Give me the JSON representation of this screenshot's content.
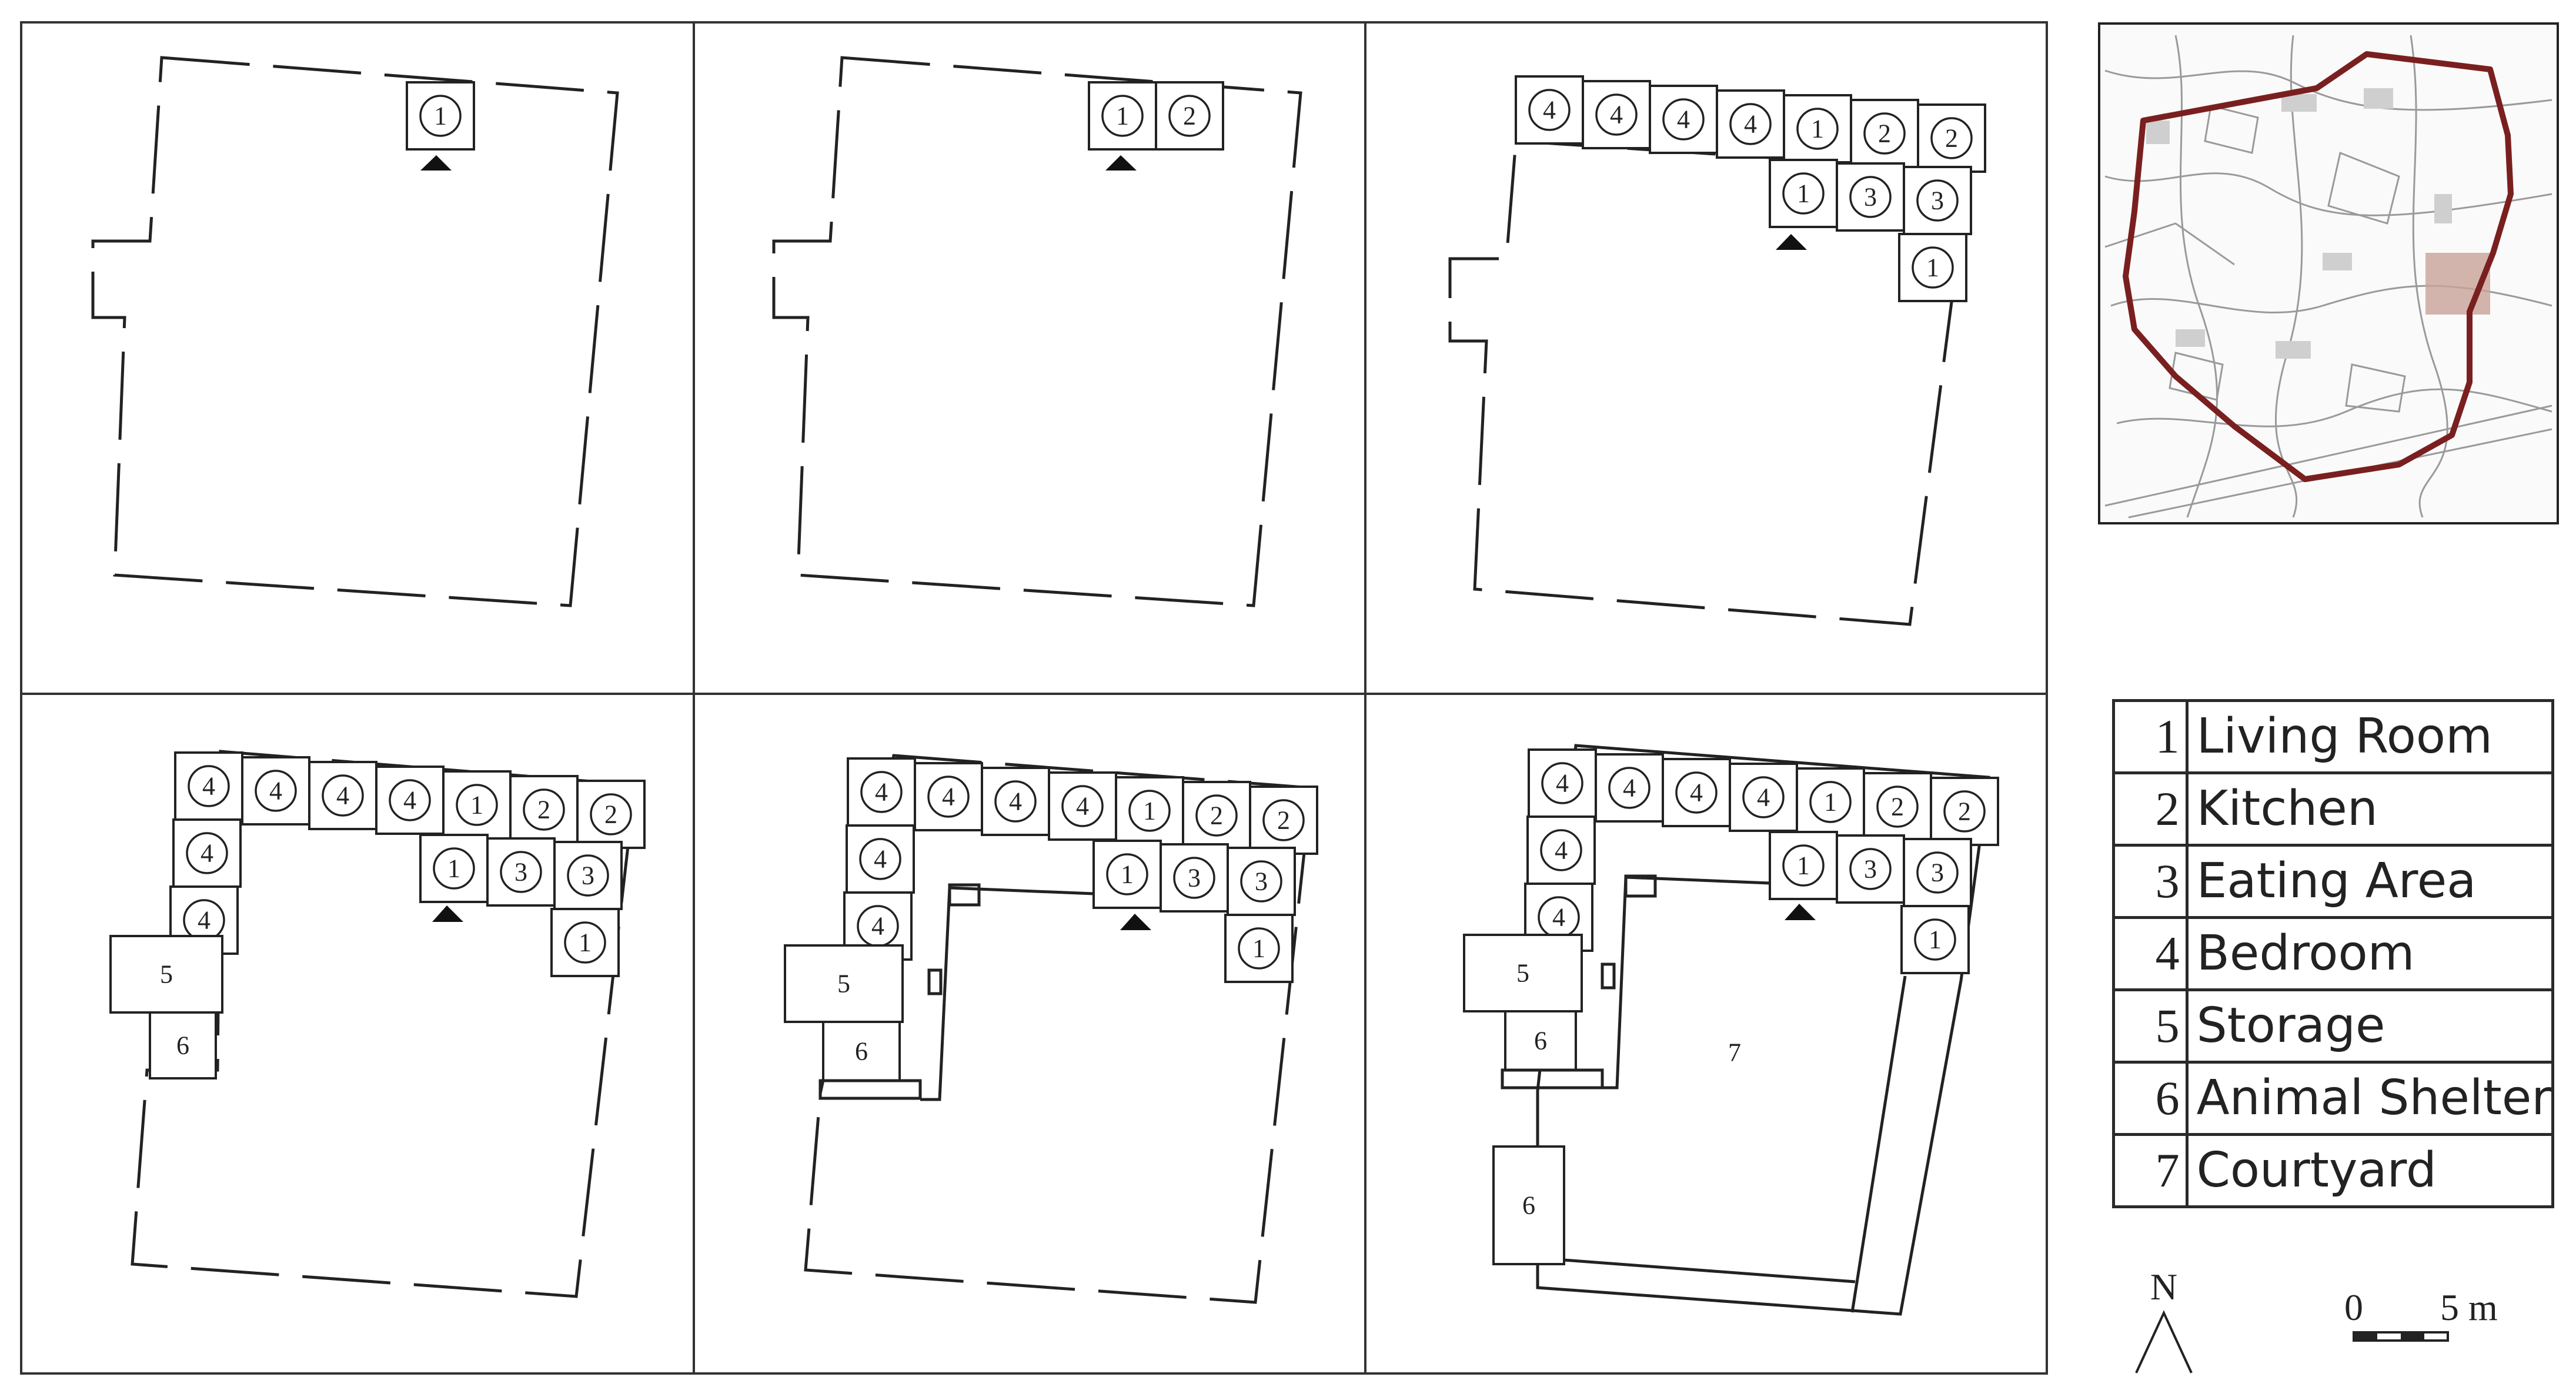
{
  "legend": {
    "rows": [
      {
        "num": "1",
        "label": "Living Room"
      },
      {
        "num": "2",
        "label": "Kitchen"
      },
      {
        "num": "3",
        "label": "Eating Area"
      },
      {
        "num": "4",
        "label": "Bedroom"
      },
      {
        "num": "5",
        "label": "Storage"
      },
      {
        "num": "6",
        "label": "Animal Shelter"
      },
      {
        "num": "7",
        "label": "Courtyard"
      }
    ]
  },
  "north_arrow": {
    "label": "N"
  },
  "scale_bar": {
    "start_label": "0",
    "end_label": "5 m"
  },
  "location_map": {
    "boundary_color": "#7a1f1f",
    "highlight_color": "#c9a39a"
  },
  "stages": [
    {
      "id": "stage-1",
      "rooms": [
        "1"
      ]
    },
    {
      "id": "stage-2",
      "rooms": [
        "1",
        "2"
      ]
    },
    {
      "id": "stage-3",
      "rooms": [
        "4",
        "4",
        "4",
        "4",
        "1",
        "2",
        "2",
        "1",
        "3",
        "3",
        "1"
      ]
    },
    {
      "id": "stage-4",
      "rooms": [
        "4",
        "4",
        "4",
        "4",
        "1",
        "2",
        "2",
        "4",
        "4",
        "1",
        "3",
        "3",
        "1",
        "5",
        "6"
      ]
    },
    {
      "id": "stage-5",
      "rooms": [
        "4",
        "4",
        "4",
        "4",
        "1",
        "2",
        "2",
        "4",
        "4",
        "1",
        "3",
        "3",
        "1",
        "5",
        "6"
      ]
    },
    {
      "id": "stage-6",
      "rooms": [
        "4",
        "4",
        "4",
        "4",
        "1",
        "2",
        "2",
        "4",
        "4",
        "1",
        "3",
        "3",
        "1",
        "5",
        "6",
        "7",
        "6"
      ]
    }
  ]
}
